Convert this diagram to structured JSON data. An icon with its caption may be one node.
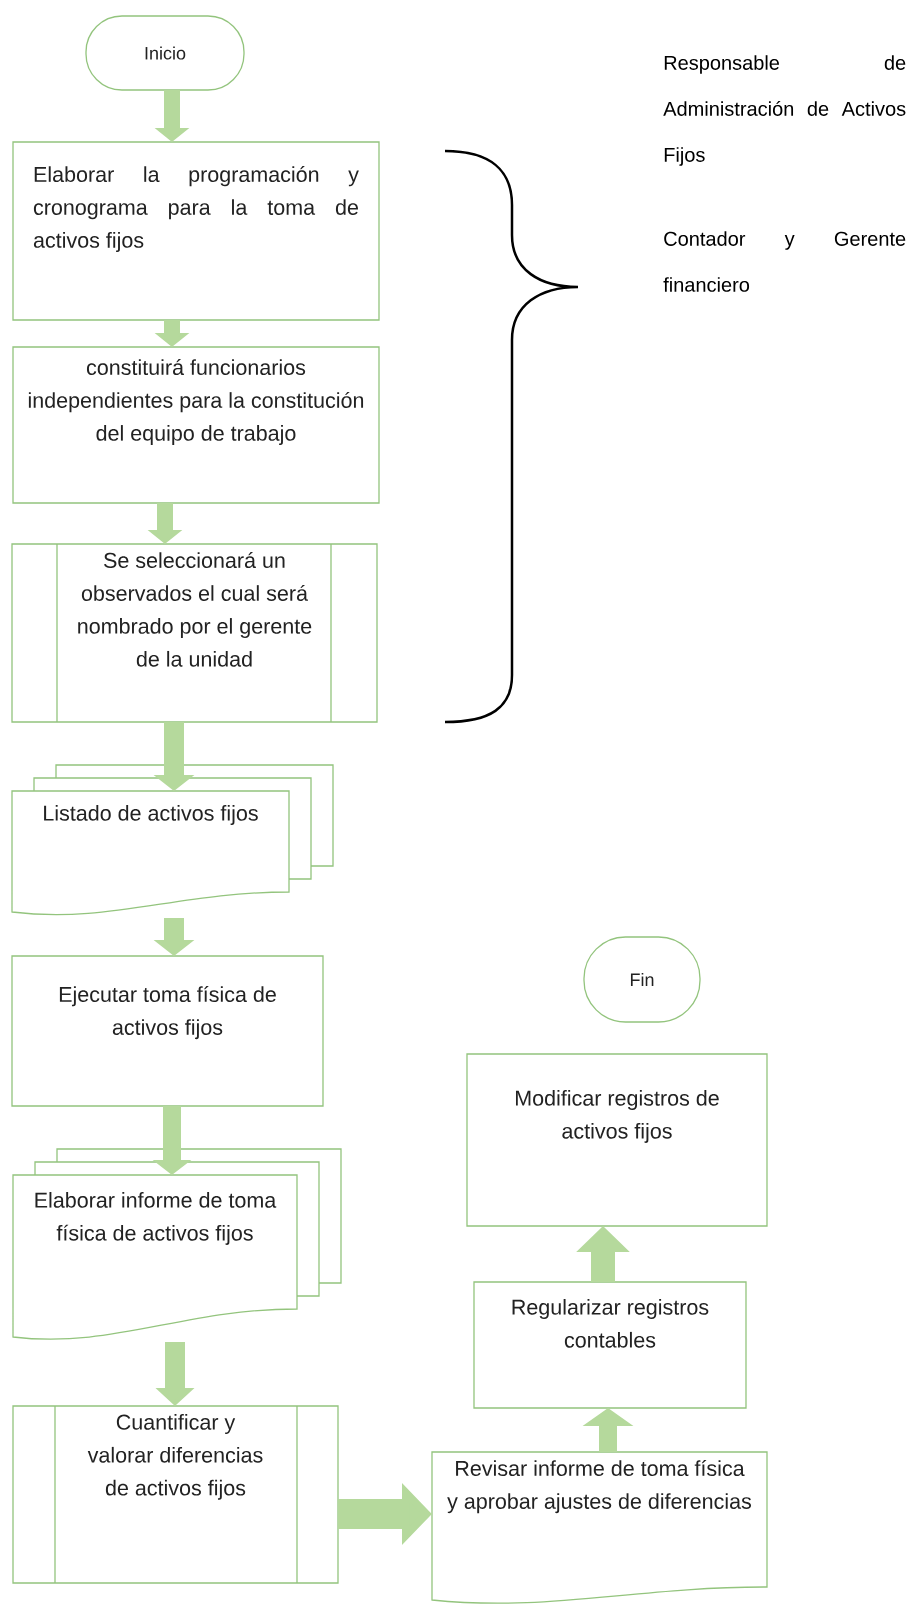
{
  "diagram": {
    "nodes": [
      {
        "text": [
          "Inicio"
        ]
      },
      {
        "text": [
          "Elaborar la programación y cronograma para la toma de activos fijos"
        ]
      },
      {
        "text": [
          "constituirá funcionarios independientes para la constitución del equipo de trabajo"
        ]
      },
      {
        "text": [
          "Se seleccionará un observados el cual será nombrado por el gerente de la unidad"
        ]
      },
      {
        "text": [
          "Listado de activos fijos"
        ]
      },
      {
        "text": [
          "Ejecutar toma física de activos fijos"
        ]
      },
      {
        "text": [
          "Elaborar informe de toma física de activos fijos"
        ]
      },
      {
        "text": [
          "Cuantificar y valorar diferencias de activos fijos"
        ]
      },
      {
        "text": [
          "Revisar informe de toma física y aprobar ajustes de diferencias"
        ]
      },
      {
        "text": [
          "Regularizar registros contables"
        ]
      },
      {
        "text": [
          "Modificar registros de activos fijos"
        ]
      },
      {
        "text": [
          "Fin"
        ]
      }
    ],
    "edges": [
      {
        "from": 0,
        "to": 1,
        "arrow": "to"
      },
      {
        "from": 1,
        "to": 2,
        "arrow": "to"
      },
      {
        "from": 2,
        "to": 3,
        "arrow": "to"
      },
      {
        "from": 3,
        "to": 4,
        "arrow": "to"
      },
      {
        "from": 4,
        "to": 5,
        "arrow": "to"
      },
      {
        "from": 5,
        "to": 6,
        "arrow": "to"
      },
      {
        "from": 6,
        "to": 7,
        "arrow": "to"
      },
      {
        "from": 7,
        "to": 8,
        "arrow": "to"
      },
      {
        "from": 8,
        "to": 9,
        "arrow": "to"
      },
      {
        "from": 9,
        "to": 10,
        "arrow": "to"
      }
    ],
    "labels": [
      "Responsable de Administración de Activos Fijos",
      "Contador y Gerente financiero"
    ]
  }
}
